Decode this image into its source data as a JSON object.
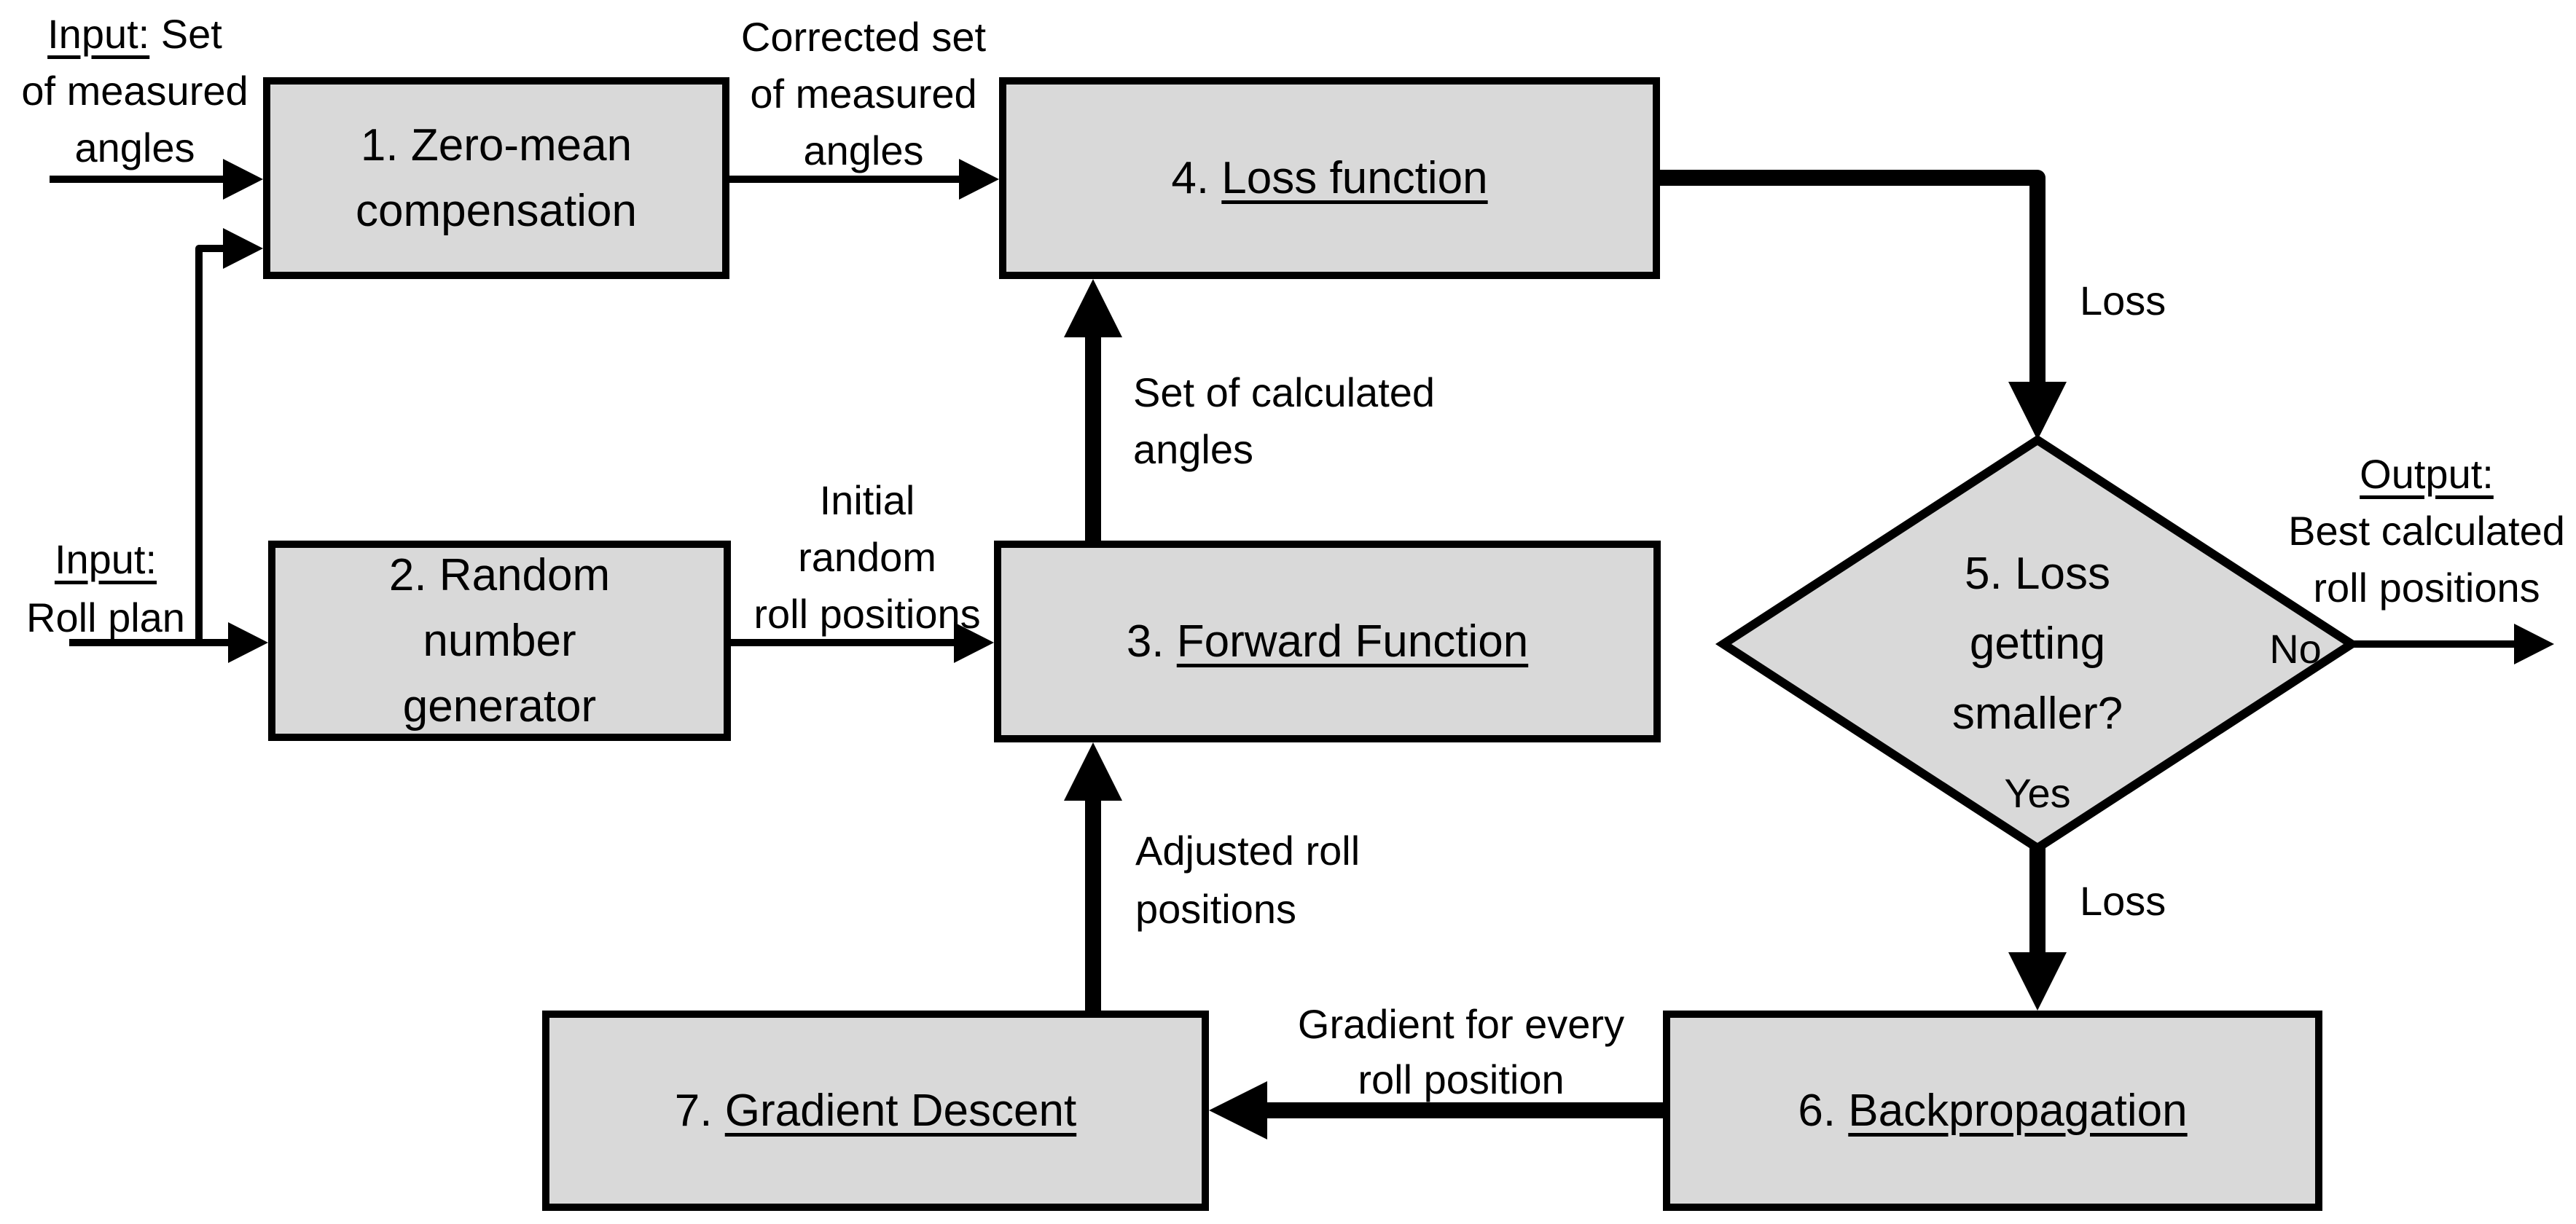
{
  "colors": {
    "box_fill": "#d9d9d9",
    "line": "#000000",
    "background": "#ffffff"
  },
  "boxes": {
    "box1": {
      "number": "1.",
      "name": "Zero-mean compensation"
    },
    "box2": {
      "number": "2.",
      "name": "Random number generator"
    },
    "box3": {
      "number": "3.",
      "name": "Forward Function"
    },
    "box4": {
      "number": "4.",
      "name": "Loss function"
    },
    "box6": {
      "number": "6.",
      "name": "Backpropagation"
    },
    "box7": {
      "number": "7.",
      "name": "Gradient Descent"
    }
  },
  "diamond": {
    "lines": [
      "5. Loss",
      "getting",
      "smaller?"
    ],
    "no_label": "No",
    "yes_label": "Yes"
  },
  "labels": {
    "input_angles": {
      "prefix": "Input:",
      "line1_rest": " Set",
      "line2": "of measured",
      "line3": "angles"
    },
    "corrected": {
      "line1": "Corrected set",
      "line2": "of measured",
      "line3": "angles"
    },
    "input_rollplan": {
      "prefix": "Input:",
      "line2": "Roll plan"
    },
    "initial": {
      "line1": "Initial",
      "line2": "random",
      "line3": "roll positions"
    },
    "calculated": {
      "line1": "Set of calculated",
      "line2": "angles"
    },
    "loss_top": "Loss",
    "output": {
      "prefix": "Output:",
      "line2": "Best calculated",
      "line3": "roll positions"
    },
    "loss_bottom": "Loss",
    "gradient": {
      "line1": "Gradient for every",
      "line2": "roll position"
    },
    "adjusted": {
      "line1": "Adjusted roll",
      "line2": "positions"
    }
  }
}
